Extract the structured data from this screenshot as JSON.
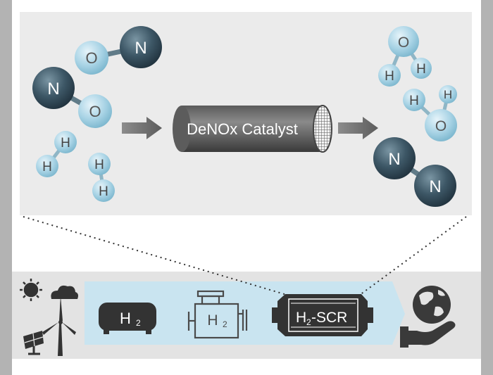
{
  "reaction": {
    "catalyst_label": "DeNOx Catalyst",
    "reactants": {
      "no_1": {
        "a": "N",
        "b": "O"
      },
      "no_2": {
        "a": "N",
        "b": "O"
      },
      "h2_1": {
        "a": "H",
        "b": "H"
      },
      "h2_2": {
        "a": "H",
        "b": "H"
      }
    },
    "products": {
      "h2o_1": {
        "o": "O",
        "h1": "H",
        "h2": "H"
      },
      "h2o_2": {
        "o": "O",
        "h1": "H",
        "h2": "H"
      },
      "n2": {
        "a": "N",
        "b": "N"
      }
    }
  },
  "pipeline": {
    "tank_label": "H",
    "tank_sub": "2",
    "engine_label": "H",
    "engine_sub": "2",
    "scr_label_pre": "H",
    "scr_sub": "2",
    "scr_label_post": "-SCR"
  },
  "icons": [
    "sun-icon",
    "cloud-icon",
    "solar-panel-icon",
    "wind-turbine-icon",
    "hydrogen-tank-icon",
    "engine-icon",
    "scr-catalyst-icon",
    "earth-in-hand-icon"
  ],
  "colors": {
    "dark_atom": "#3b5563",
    "light_atom": "#a9d4e6",
    "panel_bg": "#ebebeb",
    "band_bg": "#c8e3ef",
    "frame_gray": "#b3b3b3"
  }
}
